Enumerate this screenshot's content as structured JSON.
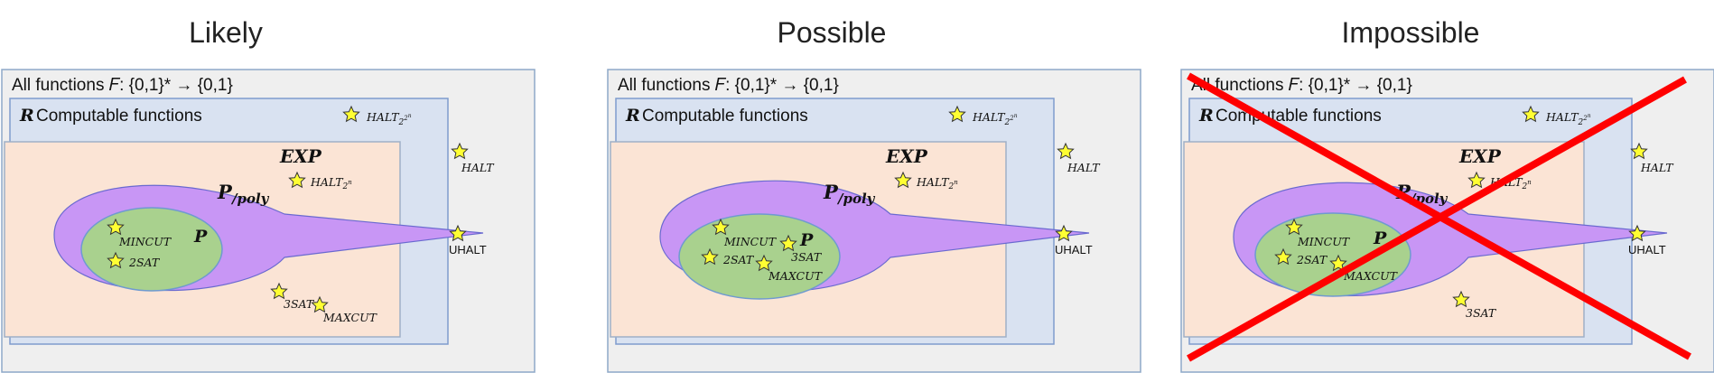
{
  "panels": [
    {
      "title": "Likely",
      "all_functions_label": "All functions 𝐹: {0,1}* → {0,1}",
      "r_label": "Computable functions",
      "r_symbol": "R",
      "exp_label": "EXP",
      "ppoly_label": "P",
      "ppoly_sub": "/poly",
      "p_label": "P",
      "halt": "HALT",
      "halt_2_2n": "HALT",
      "halt_2n": "HALT",
      "uhalt": "UHALT",
      "stars": [
        "MINCUT",
        "2SAT",
        "3SAT",
        "MAXCUT"
      ]
    },
    {
      "title": "Possible",
      "all_functions_label": "All functions 𝐹: {0,1}* → {0,1}",
      "r_label": "Computable functions",
      "r_symbol": "R",
      "exp_label": "EXP",
      "ppoly_label": "P",
      "ppoly_sub": "/poly",
      "p_label": "P",
      "halt": "HALT",
      "halt_2_2n": "HALT",
      "halt_2n": "HALT",
      "uhalt": "UHALT",
      "stars": [
        "MINCUT",
        "2SAT",
        "3SAT",
        "MAXCUT"
      ]
    },
    {
      "title": "Impossible",
      "all_functions_label": "All functions 𝐹: {0,1}* → {0,1}",
      "r_label": "Computable functions",
      "r_symbol": "R",
      "exp_label": "EXP",
      "ppoly_label": "P",
      "ppoly_sub": "/poly",
      "p_label": "P",
      "halt": "HALT",
      "halt_2_2n": "HALT",
      "halt_2n": "HALT",
      "uhalt": "UHALT",
      "stars": [
        "MINCUT",
        "2SAT",
        "MAXCUT",
        "3SAT"
      ],
      "crossed_out": true
    }
  ],
  "colors": {
    "outer_fill": "#efefef",
    "outer_stroke": "#8ea9c8",
    "r_fill": "#d9e2f1",
    "r_stroke": "#7f9ccd",
    "exp_fill": "#fbe4d5",
    "exp_stroke": "#9fb0c7",
    "ppoly_fill": "#c896f5",
    "ppoly_stroke": "#6a6ad0",
    "p_fill": "#a9d18e",
    "p_stroke": "#6f9ad0",
    "star_fill": "#ffff33",
    "star_stroke": "#333333",
    "cross": "#ff0000"
  }
}
